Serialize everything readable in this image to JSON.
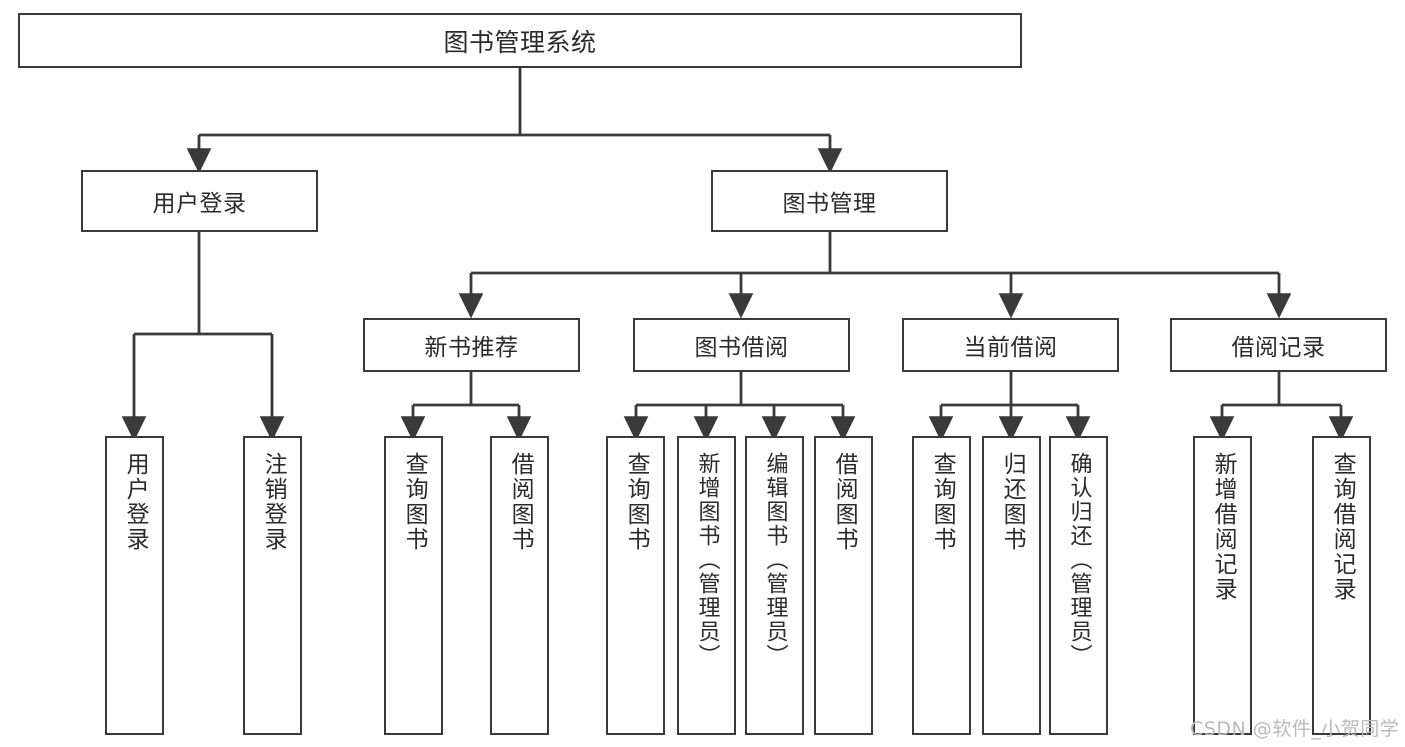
{
  "diagram": {
    "title": "图书管理系统",
    "type": "hierarchy-tree",
    "watermark": "CSDN @软件_小贺同学",
    "colors": {
      "stroke": "#3a3a3a",
      "text": "#2b2b2b",
      "background": "#ffffff",
      "watermark": "#b9b9b9"
    },
    "root": {
      "label": "图书管理系统"
    },
    "level1": [
      {
        "label": "用户登录"
      },
      {
        "label": "图书管理"
      }
    ],
    "level2": [
      {
        "label": "新书推荐"
      },
      {
        "label": "图书借阅"
      },
      {
        "label": "当前借阅"
      },
      {
        "label": "借阅记录"
      }
    ],
    "leaves": {
      "user_login": [
        {
          "label": "用户登录"
        },
        {
          "label": "注销登录"
        }
      ],
      "new_book_recommend": [
        {
          "label": "查询图书"
        },
        {
          "label": "借阅图书"
        }
      ],
      "book_borrow": [
        {
          "label": "查询图书"
        },
        {
          "label": "新增图书（管理员）"
        },
        {
          "label": "编辑图书（管理员）"
        },
        {
          "label": "借阅图书"
        }
      ],
      "current_borrow": [
        {
          "label": "查询图书"
        },
        {
          "label": "归还图书"
        },
        {
          "label": "确认归还（管理员）"
        }
      ],
      "borrow_record": [
        {
          "label": "新增借阅记录"
        },
        {
          "label": "查询借阅记录"
        }
      ]
    }
  }
}
